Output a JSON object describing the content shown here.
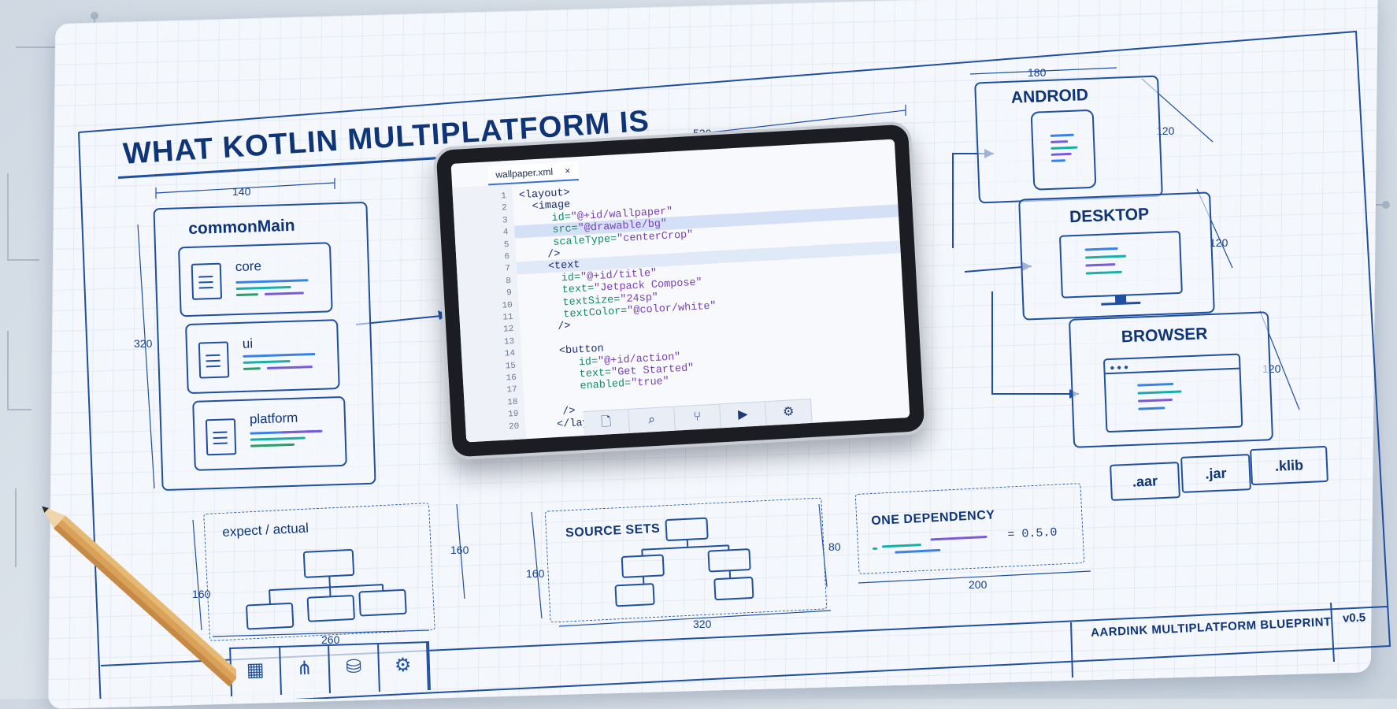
{
  "title": "WHAT KOTLIN MULTIPLATFORM IS",
  "dimensions": {
    "tablet_width": "520",
    "common_width": "140",
    "common_height": "320",
    "platform_width": "180",
    "android_height": "120",
    "desktop_height": "120",
    "browser_height": "120",
    "expect_height_left": "160",
    "expect_height_right": "160",
    "expect_width": "260",
    "source_height": "160",
    "source_width": "320",
    "dependency_height": "80",
    "dependency_width": "200"
  },
  "common": {
    "title": "commonMain",
    "modules": [
      "core",
      "ui",
      "platform"
    ]
  },
  "editor": {
    "tab_label": "wallpaper.xml",
    "tab_close": "×",
    "line_numbers": [
      "1",
      "2",
      "3",
      "4",
      "5",
      "6",
      "7",
      "8",
      "9",
      "10",
      "11",
      "12",
      "13",
      "14",
      "15",
      "16",
      "17",
      "18",
      "19",
      "20"
    ],
    "lines": [
      {
        "indent": 0,
        "tag": "<layout>",
        "attr": "",
        "val": ""
      },
      {
        "indent": 2,
        "tag": "<image",
        "attr": "",
        "val": ""
      },
      {
        "indent": 5,
        "tag": "",
        "attr": "id=",
        "val": "\"@+id/wallpaper\""
      },
      {
        "indent": 5,
        "tag": "",
        "attr": "src=",
        "val": "\"@drawable/bg\""
      },
      {
        "indent": 5,
        "tag": "",
        "attr": "scaleType=",
        "val": "\"centerCrop\""
      },
      {
        "indent": 4,
        "tag": "/>",
        "attr": "",
        "val": ""
      },
      {
        "indent": 4,
        "tag": "<text",
        "attr": "",
        "val": ""
      },
      {
        "indent": 6,
        "tag": "",
        "attr": "id=",
        "val": "\"@+id/title\""
      },
      {
        "indent": 6,
        "tag": "",
        "attr": "text=",
        "val": "\"Jetpack Compose\""
      },
      {
        "indent": 6,
        "tag": "",
        "attr": "textSize=",
        "val": "\"24sp\""
      },
      {
        "indent": 6,
        "tag": "",
        "attr": "textColor=",
        "val": "\"@color/white\""
      },
      {
        "indent": 5,
        "tag": "/>",
        "attr": "",
        "val": ""
      },
      {
        "indent": 0,
        "tag": "",
        "attr": "",
        "val": ""
      },
      {
        "indent": 5,
        "tag": "<button",
        "attr": "",
        "val": ""
      },
      {
        "indent": 8,
        "tag": "",
        "attr": "id=",
        "val": "\"@+id/action\""
      },
      {
        "indent": 8,
        "tag": "",
        "attr": "text=",
        "val": "\"Get Started\""
      },
      {
        "indent": 8,
        "tag": "",
        "attr": "enabled=",
        "val": "\"true\""
      },
      {
        "indent": 0,
        "tag": "",
        "attr": "",
        "val": ""
      },
      {
        "indent": 5,
        "tag": "/>",
        "attr": "",
        "val": ""
      },
      {
        "indent": 4,
        "tag": "</layout>",
        "attr": "",
        "val": ""
      }
    ],
    "dock_icons": [
      "file-icon",
      "search-icon",
      "branch-icon",
      "play-icon",
      "gear-icon"
    ],
    "dock_glyphs": [
      "🗋",
      "⌕",
      "⑂",
      "▶",
      "⚙"
    ]
  },
  "platforms": {
    "android": "ANDROID",
    "desktop": "DESKTOP",
    "browser": "BROWSER"
  },
  "artifacts": [
    ".aar",
    ".jar",
    ".klib"
  ],
  "panels": {
    "expect": "expect / actual",
    "source": "SOURCE SETS",
    "dependency": "ONE DEPENDENCY",
    "dependency_version": "= 0.5.0"
  },
  "title_block": {
    "name": "AARDINK MULTIPLATFORM BLUEPRINT",
    "version": "v0.5"
  },
  "toolbar_icons": [
    "grid-icon",
    "share-icon",
    "database-icon",
    "gear-icon"
  ],
  "toolbar_glyphs": [
    "▦",
    "⋔",
    "⛁",
    "⚙"
  ]
}
